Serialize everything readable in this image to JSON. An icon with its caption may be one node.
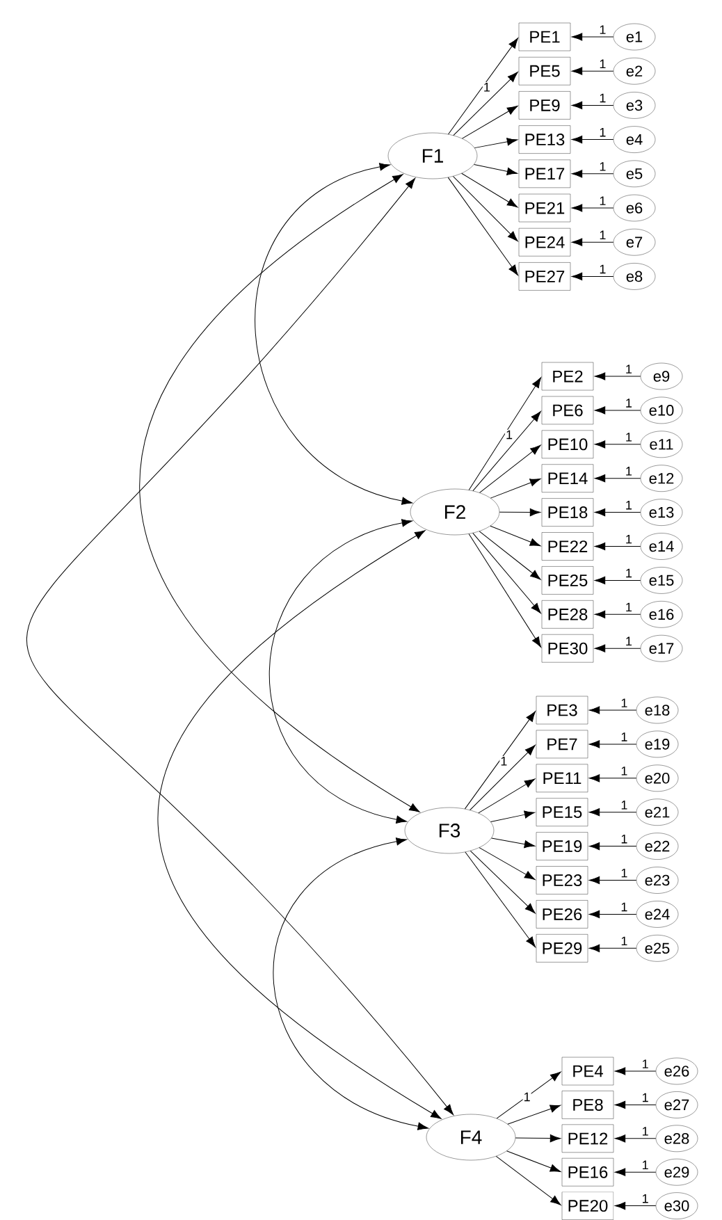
{
  "diagram": {
    "nodes": [
      {
        "text": [
          "F1"
        ]
      },
      {
        "text": [
          "PE1"
        ]
      },
      {
        "text": [
          "e1"
        ]
      },
      {
        "text": [
          "PE5"
        ]
      },
      {
        "text": [
          "e2"
        ]
      },
      {
        "text": [
          "PE9"
        ]
      },
      {
        "text": [
          "e3"
        ]
      },
      {
        "text": [
          "PE13"
        ]
      },
      {
        "text": [
          "e4"
        ]
      },
      {
        "text": [
          "PE17"
        ]
      },
      {
        "text": [
          "e5"
        ]
      },
      {
        "text": [
          "PE21"
        ]
      },
      {
        "text": [
          "e6"
        ]
      },
      {
        "text": [
          "PE24"
        ]
      },
      {
        "text": [
          "e7"
        ]
      },
      {
        "text": [
          "PE27"
        ]
      },
      {
        "text": [
          "e8"
        ]
      },
      {
        "text": [
          "F2"
        ]
      },
      {
        "text": [
          "PE2"
        ]
      },
      {
        "text": [
          "e9"
        ]
      },
      {
        "text": [
          "PE6"
        ]
      },
      {
        "text": [
          "e10"
        ]
      },
      {
        "text": [
          "PE10"
        ]
      },
      {
        "text": [
          "e11"
        ]
      },
      {
        "text": [
          "PE14"
        ]
      },
      {
        "text": [
          "e12"
        ]
      },
      {
        "text": [
          "PE18"
        ]
      },
      {
        "text": [
          "e13"
        ]
      },
      {
        "text": [
          "PE22"
        ]
      },
      {
        "text": [
          "e14"
        ]
      },
      {
        "text": [
          "PE25"
        ]
      },
      {
        "text": [
          "e15"
        ]
      },
      {
        "text": [
          "PE28"
        ]
      },
      {
        "text": [
          "e16"
        ]
      },
      {
        "text": [
          "PE30"
        ]
      },
      {
        "text": [
          "e17"
        ]
      },
      {
        "text": [
          "F3"
        ]
      },
      {
        "text": [
          "PE3"
        ]
      },
      {
        "text": [
          "e18"
        ]
      },
      {
        "text": [
          "PE7"
        ]
      },
      {
        "text": [
          "e19"
        ]
      },
      {
        "text": [
          "PE11"
        ]
      },
      {
        "text": [
          "e20"
        ]
      },
      {
        "text": [
          "PE15"
        ]
      },
      {
        "text": [
          "e21"
        ]
      },
      {
        "text": [
          "PE19"
        ]
      },
      {
        "text": [
          "e22"
        ]
      },
      {
        "text": [
          "PE23"
        ]
      },
      {
        "text": [
          "e23"
        ]
      },
      {
        "text": [
          "PE26"
        ]
      },
      {
        "text": [
          "e24"
        ]
      },
      {
        "text": [
          "PE29"
        ]
      },
      {
        "text": [
          "e25"
        ]
      },
      {
        "text": [
          "F4"
        ]
      },
      {
        "text": [
          "PE4"
        ]
      },
      {
        "text": [
          "e26"
        ]
      },
      {
        "text": [
          "PE8"
        ]
      },
      {
        "text": [
          "e27"
        ]
      },
      {
        "text": [
          "PE12"
        ]
      },
      {
        "text": [
          "e28"
        ]
      },
      {
        "text": [
          "PE16"
        ]
      },
      {
        "text": [
          "e29"
        ]
      },
      {
        "text": [
          "PE20"
        ]
      },
      {
        "text": [
          "e30"
        ]
      }
    ],
    "edges": [
      {
        "from": 0,
        "to": 1,
        "arrow": "to",
        "label": "1"
      },
      {
        "from": 0,
        "to": 3,
        "arrow": "to"
      },
      {
        "from": 0,
        "to": 5,
        "arrow": "to"
      },
      {
        "from": 0,
        "to": 7,
        "arrow": "to"
      },
      {
        "from": 0,
        "to": 9,
        "arrow": "to"
      },
      {
        "from": 0,
        "to": 11,
        "arrow": "to"
      },
      {
        "from": 0,
        "to": 13,
        "arrow": "to"
      },
      {
        "from": 0,
        "to": 15,
        "arrow": "to"
      },
      {
        "from": 2,
        "to": 1,
        "arrow": "to",
        "label": "1"
      },
      {
        "from": 4,
        "to": 3,
        "arrow": "to",
        "label": "1"
      },
      {
        "from": 6,
        "to": 5,
        "arrow": "to",
        "label": "1"
      },
      {
        "from": 8,
        "to": 7,
        "arrow": "to",
        "label": "1"
      },
      {
        "from": 10,
        "to": 9,
        "arrow": "to",
        "label": "1"
      },
      {
        "from": 12,
        "to": 11,
        "arrow": "to",
        "label": "1"
      },
      {
        "from": 14,
        "to": 13,
        "arrow": "to",
        "label": "1"
      },
      {
        "from": 16,
        "to": 15,
        "arrow": "to",
        "label": "1"
      },
      {
        "from": 17,
        "to": 18,
        "arrow": "to",
        "label": "1"
      },
      {
        "from": 17,
        "to": 20,
        "arrow": "to"
      },
      {
        "from": 17,
        "to": 22,
        "arrow": "to"
      },
      {
        "from": 17,
        "to": 24,
        "arrow": "to"
      },
      {
        "from": 17,
        "to": 26,
        "arrow": "to"
      },
      {
        "from": 17,
        "to": 28,
        "arrow": "to"
      },
      {
        "from": 17,
        "to": 30,
        "arrow": "to"
      },
      {
        "from": 17,
        "to": 32,
        "arrow": "to"
      },
      {
        "from": 17,
        "to": 34,
        "arrow": "to"
      },
      {
        "from": 19,
        "to": 18,
        "arrow": "to",
        "label": "1"
      },
      {
        "from": 21,
        "to": 20,
        "arrow": "to",
        "label": "1"
      },
      {
        "from": 23,
        "to": 22,
        "arrow": "to",
        "label": "1"
      },
      {
        "from": 25,
        "to": 24,
        "arrow": "to",
        "label": "1"
      },
      {
        "from": 27,
        "to": 26,
        "arrow": "to",
        "label": "1"
      },
      {
        "from": 29,
        "to": 28,
        "arrow": "to",
        "label": "1"
      },
      {
        "from": 31,
        "to": 30,
        "arrow": "to",
        "label": "1"
      },
      {
        "from": 33,
        "to": 32,
        "arrow": "to",
        "label": "1"
      },
      {
        "from": 35,
        "to": 34,
        "arrow": "to",
        "label": "1"
      },
      {
        "from": 36,
        "to": 37,
        "arrow": "to",
        "label": "1"
      },
      {
        "from": 36,
        "to": 39,
        "arrow": "to"
      },
      {
        "from": 36,
        "to": 41,
        "arrow": "to"
      },
      {
        "from": 36,
        "to": 43,
        "arrow": "to"
      },
      {
        "from": 36,
        "to": 45,
        "arrow": "to"
      },
      {
        "from": 36,
        "to": 47,
        "arrow": "to"
      },
      {
        "from": 36,
        "to": 49,
        "arrow": "to"
      },
      {
        "from": 36,
        "to": 51,
        "arrow": "to"
      },
      {
        "from": 38,
        "to": 37,
        "arrow": "to",
        "label": "1"
      },
      {
        "from": 40,
        "to": 39,
        "arrow": "to",
        "label": "1"
      },
      {
        "from": 42,
        "to": 41,
        "arrow": "to",
        "label": "1"
      },
      {
        "from": 44,
        "to": 43,
        "arrow": "to",
        "label": "1"
      },
      {
        "from": 46,
        "to": 45,
        "arrow": "to",
        "label": "1"
      },
      {
        "from": 48,
        "to": 47,
        "arrow": "to",
        "label": "1"
      },
      {
        "from": 50,
        "to": 49,
        "arrow": "to",
        "label": "1"
      },
      {
        "from": 52,
        "to": 51,
        "arrow": "to",
        "label": "1"
      },
      {
        "from": 53,
        "to": 54,
        "arrow": "to",
        "label": "1"
      },
      {
        "from": 53,
        "to": 56,
        "arrow": "to"
      },
      {
        "from": 53,
        "to": 58,
        "arrow": "to"
      },
      {
        "from": 53,
        "to": 60,
        "arrow": "to"
      },
      {
        "from": 53,
        "to": 62,
        "arrow": "to"
      },
      {
        "from": 55,
        "to": 54,
        "arrow": "to",
        "label": "1"
      },
      {
        "from": 57,
        "to": 56,
        "arrow": "to",
        "label": "1"
      },
      {
        "from": 59,
        "to": 58,
        "arrow": "to",
        "label": "1"
      },
      {
        "from": 61,
        "to": 60,
        "arrow": "to",
        "label": "1"
      },
      {
        "from": 63,
        "to": 62,
        "arrow": "to",
        "label": "1"
      },
      {
        "from": 0,
        "to": 17,
        "arrow": "both"
      },
      {
        "from": 0,
        "to": 36,
        "arrow": "both"
      },
      {
        "from": 0,
        "to": 53,
        "arrow": "both"
      },
      {
        "from": 17,
        "to": 36,
        "arrow": "both"
      },
      {
        "from": 17,
        "to": 53,
        "arrow": "both"
      },
      {
        "from": 36,
        "to": 53,
        "arrow": "both"
      }
    ]
  }
}
